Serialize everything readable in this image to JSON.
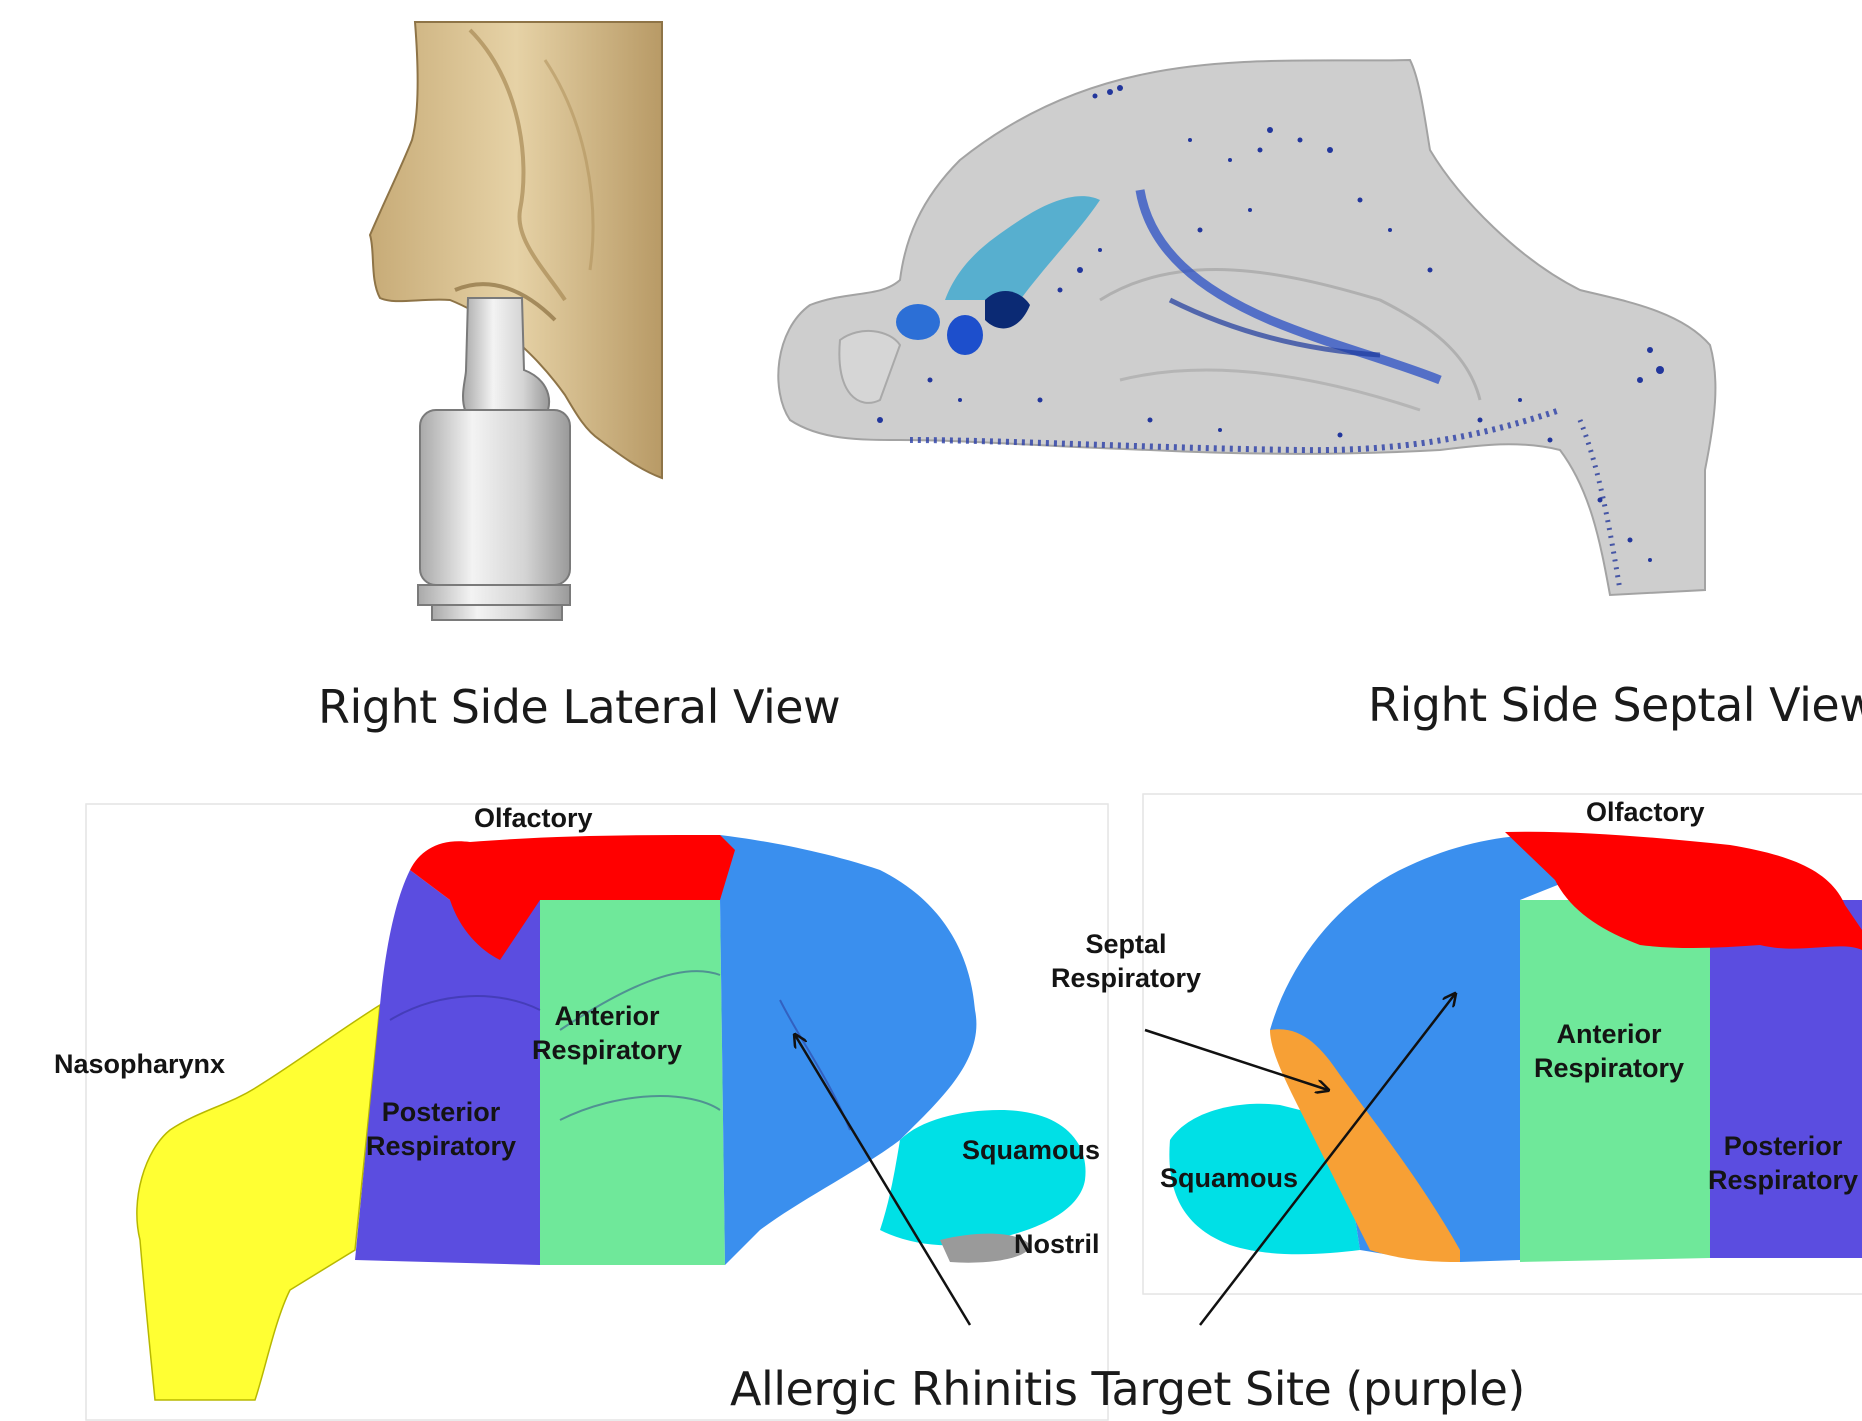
{
  "captions": {
    "lateral_view": "Right Side Lateral View",
    "septal_view": "Right Side Septal View",
    "target_site": "Allergic Rhinitis Target Site (purple)"
  },
  "lateral_map": {
    "olfactory": "Olfactory",
    "nasopharynx": "Nasopharynx",
    "anterior_respiratory": [
      "Anterior",
      "Respiratory"
    ],
    "posterior_respiratory": [
      "Posterior",
      "Respiratory"
    ],
    "squamous": "Squamous",
    "nostril": "Nostril"
  },
  "septal_map": {
    "olfactory": "Olfactory",
    "septal_respiratory": [
      "Septal",
      "Respiratory"
    ],
    "anterior_respiratory": [
      "Anterior",
      "Respiratory"
    ],
    "posterior_respiratory": [
      "Posterior",
      "Respiratory"
    ],
    "squamous": "Squamous"
  },
  "colors": {
    "olfactory": "#ff0000",
    "posterior_respiratory": "#5b4de0",
    "anterior_respiratory": "#6fe89a",
    "septal_region": "#3a8fee",
    "squamous": "#00e0e6",
    "nasopharynx": "#ffff33",
    "septal_respiratory": "#f7a035",
    "nostril": "#9a9a9a",
    "nose_skin": "#dcc59a",
    "device": "#d9d9d9",
    "particles": "#1f3fb0"
  }
}
